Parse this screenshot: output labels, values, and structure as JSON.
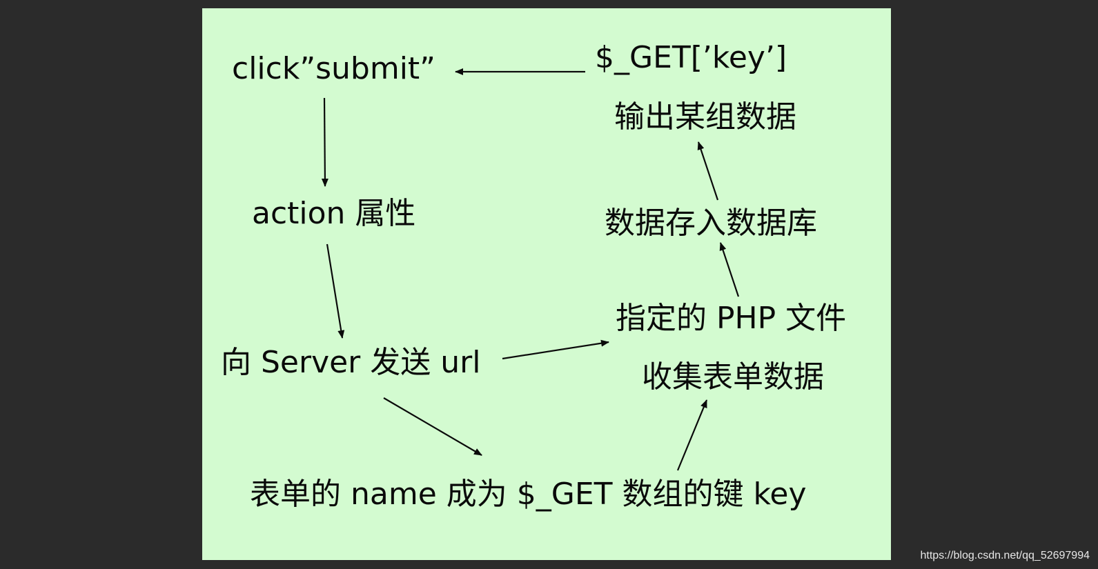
{
  "diagram": {
    "nodes": {
      "click_submit": "click”submit”",
      "get_key": "$_GET[’key’]",
      "output_group_data": "输出某组数据",
      "action_attribute": "action 属性",
      "store_in_database": "数据存入数据库",
      "specified_php_file": "指定的 PHP 文件",
      "send_url_to_server": "向 Server 发送 url",
      "collect_form_data": "收集表单数据",
      "form_name_becomes_key": "表单的 name 成为 $_GET 数组的键 key"
    }
  },
  "watermark": "https://blog.csdn.net/qq_52697994"
}
